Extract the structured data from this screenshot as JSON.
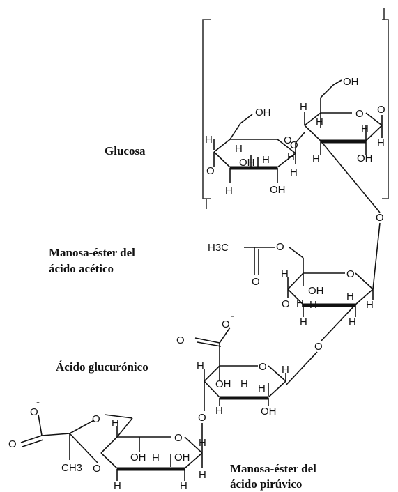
{
  "labels": {
    "glucose": "Glucosa",
    "mannose_acetic_line1": "Manosa-éster del",
    "mannose_acetic_line2": "ácido acético",
    "glucuronic": "Ácido glucurónico",
    "mannose_pyruvic_line1": "Manosa-éster del",
    "mannose_pyruvic_line2": "ácido pirúvico"
  },
  "atoms": {
    "oxygen": "O",
    "hydrogen": "H",
    "hydroxyl": "OH",
    "methyl_h3c": "H3C",
    "methyl_ch3": "CH3",
    "charge": "-"
  },
  "colors": {
    "ink": "#111111",
    "background": "#ffffff"
  }
}
